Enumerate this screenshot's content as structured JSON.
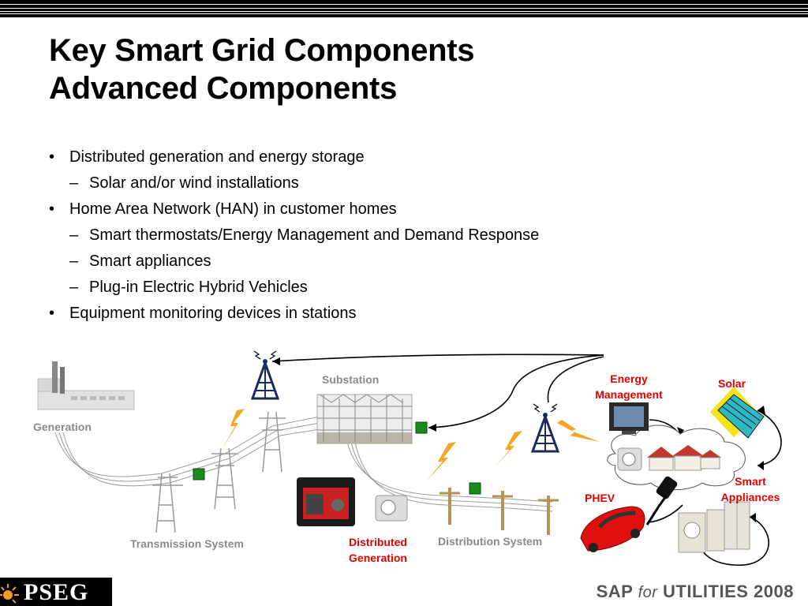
{
  "title": {
    "line1": "Key Smart Grid Components",
    "line2": "Advanced Components"
  },
  "bullets": [
    {
      "marker": "•",
      "text": "Distributed generation and energy storage"
    },
    {
      "marker": "–",
      "text": "Solar and/or wind installations"
    },
    {
      "marker": "•",
      "text": "Home Area Network (HAN) in customer homes"
    },
    {
      "marker": "–",
      "text": "Smart thermostats/Energy Management and Demand Response"
    },
    {
      "marker": "–",
      "text": "Smart appliances"
    },
    {
      "marker": "–",
      "text": "Plug-in Electric Hybrid Vehicles"
    },
    {
      "marker": "•",
      "text": "Equipment monitoring devices in stations"
    }
  ],
  "diagram": {
    "generation": "Generation",
    "substation": "Substation",
    "transmission": "Transmission System",
    "distribution": "Distribution System",
    "distributed_gen_line1": "Distributed",
    "distributed_gen_line2": "Generation",
    "energy_mgmt_line1": "Energy",
    "energy_mgmt_line2": "Management",
    "solar": "Solar",
    "smart_appl_line1": "Smart",
    "smart_appl_line2": "Appliances",
    "phev": "PHEV"
  },
  "footer": {
    "left_logo": "PSEG",
    "right_logo_a": "SAP",
    "right_logo_for": "for",
    "right_logo_b": "UTILITIES 2008"
  },
  "colors": {
    "red_label": "#e00000",
    "gray_label": "#8a8a8a",
    "sensor_green": "#1a8a1a",
    "lightning": "#f3a526"
  }
}
